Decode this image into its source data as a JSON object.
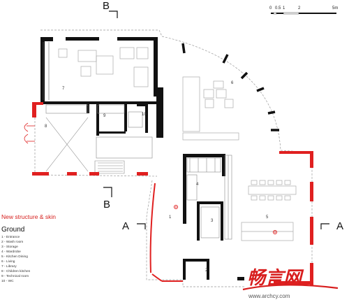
{
  "section_marks": {
    "b_top": "B",
    "b_bottom": "B",
    "a_left": "A",
    "a_right": "A"
  },
  "scale_bar": {
    "labels": [
      "0",
      "0.5",
      "1",
      "2",
      "5m"
    ]
  },
  "rooms": [
    {
      "id": "r1",
      "number": "1"
    },
    {
      "id": "r2",
      "number": "2"
    },
    {
      "id": "r3",
      "number": "3"
    },
    {
      "id": "r4",
      "number": "4"
    },
    {
      "id": "r5",
      "number": "5"
    },
    {
      "id": "r6",
      "number": "6"
    },
    {
      "id": "r7",
      "number": "7"
    },
    {
      "id": "r8",
      "number": "8"
    },
    {
      "id": "r9",
      "number": "9"
    },
    {
      "id": "r10",
      "number": "10"
    }
  ],
  "subtitle": "New structure & skin",
  "heading": "Ground",
  "legend": [
    "1 - Entrance",
    "2 - Wash room",
    "3 - Storage",
    "4 - Wardrobe",
    "5 - Kitchen Dining",
    "6 - Living",
    "7 - Library",
    "8 - Children kitchen",
    "9 - Technical room",
    "10 - WC"
  ],
  "watermark": {
    "site": "www.archcy.com",
    "logo_text": "畅言网"
  },
  "colors": {
    "wall": "#111111",
    "new_structure": "#e02020",
    "thin_line": "#888888",
    "furniture": "#aaaaaa"
  }
}
